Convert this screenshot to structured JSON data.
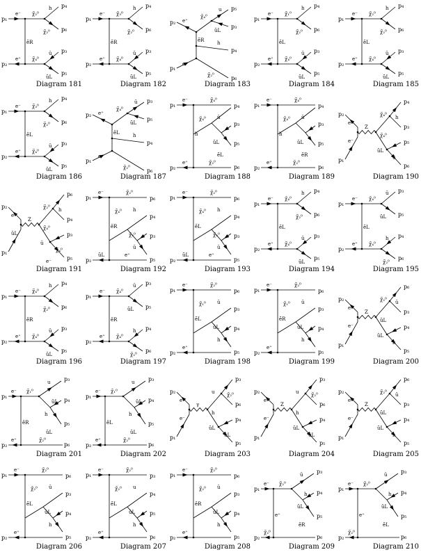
{
  "caption_prefix": "Diagram",
  "diagrams": [
    {
      "number": "181",
      "type": "tchain",
      "ext": [
        "p₁",
        "p₂",
        "p₄",
        "p₆",
        "p₃",
        "p₅"
      ],
      "lbl": [
        "e⁻",
        "χ̃₂⁰",
        "h",
        "χ̃₂⁰",
        "ẽR",
        "e⁺",
        "χ̃₄⁰",
        "ū",
        "ũL"
      ]
    },
    {
      "number": "182",
      "type": "tchain",
      "ext": [
        "p₁",
        "p₂",
        "p₄",
        "p₆",
        "p₃",
        "p₅"
      ],
      "lbl": [
        "e⁻",
        "χ̃₃⁰",
        "h",
        "χ̃₂⁰",
        "ẽR",
        "e⁺",
        "χ̃₄⁰",
        "ū",
        "ũL"
      ]
    },
    {
      "number": "183",
      "type": "schain",
      "ext": [
        "p₂",
        "p₁",
        "p₅",
        "p₃",
        "p₄",
        "p₆"
      ],
      "lbl": [
        "e⁺",
        "χ̃₄⁰",
        "u",
        "ũL",
        "ẽR",
        "h",
        "e⁻",
        "χ̃₂⁰"
      ]
    },
    {
      "number": "184",
      "type": "tchain",
      "ext": [
        "p₁",
        "p₂",
        "p₄",
        "p₆",
        "p₃",
        "p₅"
      ],
      "lbl": [
        "e⁻",
        "χ̃₁⁰",
        "h",
        "χ̃₂⁰",
        "ẽL",
        "e⁺",
        "χ̃₄⁰",
        "ū",
        "ũL"
      ]
    },
    {
      "number": "185",
      "type": "tchain",
      "ext": [
        "p₁",
        "p₂",
        "p₄",
        "p₆",
        "p₃",
        "p₅"
      ],
      "lbl": [
        "e⁻",
        "χ̃₂⁰",
        "h",
        "χ̃₂⁰",
        "ẽL",
        "e⁺",
        "χ̃₄⁰",
        "ū",
        "ũL"
      ]
    },
    {
      "number": "186",
      "type": "tchain",
      "ext": [
        "p₁",
        "p₂",
        "p₄",
        "p₆",
        "p₃",
        "p₅"
      ],
      "lbl": [
        "e⁻",
        "χ̃₃⁰",
        "h",
        "χ̃₂⁰",
        "ẽL",
        "e⁺",
        "χ̃₄⁰",
        "ū",
        "ũL"
      ]
    },
    {
      "number": "187",
      "type": "schain",
      "ext": [
        "p₂",
        "p₁",
        "p₃",
        "p₅",
        "p₄",
        "p₆"
      ],
      "lbl": [
        "e⁺",
        "χ̃₄⁰",
        "ū",
        "ũL",
        "ẽL",
        "h",
        "e⁻",
        "χ̃₂⁰"
      ]
    },
    {
      "number": "188",
      "type": "tnested",
      "ext": [
        "p₁",
        "p₂",
        "p₄",
        "p₃",
        "p₅",
        "p₆"
      ],
      "lbl": [
        "e⁻",
        "χ̃₄⁰",
        "h",
        "χ̃₄⁰",
        "ū",
        "ũL",
        "ẽL",
        "e⁺",
        "χ̃₂⁰"
      ]
    },
    {
      "number": "189",
      "type": "tnested",
      "ext": [
        "p₁",
        "p₂",
        "p₄",
        "p₃",
        "p₅",
        "p₆"
      ],
      "lbl": [
        "e⁻",
        "χ̃₄⁰",
        "h",
        "χ̃₄⁰",
        "ū",
        "ũL",
        "ẽR",
        "e⁺",
        "χ̃₂⁰"
      ]
    },
    {
      "number": "190",
      "type": "zdouble",
      "ext": [
        "p₂",
        "p₁",
        "p₄",
        "p₃",
        "p₅",
        "p₆"
      ],
      "lbl": [
        "e⁺",
        "Z",
        "χ̃₄⁰",
        "h",
        "χ̃₄⁰",
        "ū",
        "ũL",
        "e⁻"
      ]
    },
    {
      "number": "191",
      "type": "zlower",
      "ext": [
        "p₂",
        "p₁",
        "p₆",
        "p₄",
        "p₃",
        "p₅"
      ],
      "lbl": [
        "e⁺",
        "Z",
        "χ̃₂⁰",
        "h",
        "χ̃₄⁰",
        "χ̃₄⁰",
        "ū",
        "ũL",
        "e⁻"
      ]
    },
    {
      "number": "192",
      "type": "tlower",
      "ext": [
        "p₁",
        "p₂",
        "p₆",
        "p₄",
        "p₃",
        "p₅"
      ],
      "lbl": [
        "e⁻",
        "χ̃₂⁰",
        "ẽR",
        "χ̃₄⁰",
        "h",
        "χ̃₄⁰",
        "ū",
        "ũL",
        "e⁺"
      ]
    },
    {
      "number": "193",
      "type": "tlower",
      "ext": [
        "p₁",
        "p₂",
        "p₆",
        "p₄",
        "p₃",
        "p₅"
      ],
      "lbl": [
        "e⁻",
        "χ̃₂⁰",
        "ẽL",
        "χ̃₄⁰",
        "h",
        "χ̃₄⁰",
        "ū",
        "ũL",
        "e⁺"
      ]
    },
    {
      "number": "194",
      "type": "tupper2",
      "ext": [
        "p₁",
        "p₂",
        "p₄",
        "p₆",
        "p₃",
        "p₅"
      ],
      "lbl": [
        "e⁻",
        "χ̃₄⁰",
        "h",
        "χ̃₂⁰",
        "ẽL",
        "e⁺",
        "χ̃₄⁰",
        "ū",
        "ũL"
      ]
    },
    {
      "number": "195",
      "type": "tupper2",
      "ext": [
        "p₁",
        "p₂",
        "p₃",
        "p₅",
        "p₄",
        "p₆"
      ],
      "lbl": [
        "e⁻",
        "χ̃₄⁰",
        "ū",
        "ũL",
        "ẽL",
        "e⁺",
        "χ̃₄⁰",
        "h",
        "χ̃₂⁰"
      ]
    },
    {
      "number": "196",
      "type": "tchain",
      "ext": [
        "p₁",
        "p₂",
        "p₄",
        "p₆",
        "p₃",
        "p₅"
      ],
      "lbl": [
        "e⁻",
        "χ̃₄⁰",
        "h",
        "χ̃₂⁰",
        "ẽR",
        "e⁺",
        "χ̃₄⁰",
        "ū",
        "ũL"
      ]
    },
    {
      "number": "197",
      "type": "tchain",
      "ext": [
        "p₁",
        "p₂",
        "p₃",
        "p₅",
        "p₄",
        "p₆"
      ],
      "lbl": [
        "e⁻",
        "χ̃₄⁰",
        "ū",
        "ũL",
        "ẽR",
        "e⁺",
        "χ̃₄⁰",
        "h",
        "χ̃₂⁰"
      ]
    },
    {
      "number": "198",
      "type": "tlower",
      "ext": [
        "p₁",
        "p₂",
        "p₆",
        "p₃",
        "p₄",
        "p₅"
      ],
      "lbl": [
        "e⁻",
        "χ̃₂⁰",
        "ẽL",
        "χ̃₁⁰",
        "ū",
        "ũL",
        "h",
        "e⁺"
      ]
    },
    {
      "number": "199",
      "type": "tlower",
      "ext": [
        "p₁",
        "p₂",
        "p₆",
        "p₃",
        "p₄",
        "p₅"
      ],
      "lbl": [
        "e⁻",
        "χ̃₂⁰",
        "ẽR",
        "χ̃₁⁰",
        "ū",
        "ũL",
        "h",
        "e⁺"
      ]
    },
    {
      "number": "200",
      "type": "zlower",
      "ext": [
        "p₂",
        "p₁",
        "p₆",
        "p₃",
        "p₄",
        "p₅"
      ],
      "lbl": [
        "e⁺",
        "Z",
        "χ̃₂⁰",
        "ū",
        "ũL",
        "h",
        "ũL",
        "e⁻"
      ]
    },
    {
      "number": "201",
      "type": "tupper",
      "ext": [
        "p₁",
        "p₂",
        "p₃",
        "p₄",
        "p₅",
        "p₆"
      ],
      "lbl": [
        "e⁻",
        "χ̃₁⁰",
        "u",
        "ũL",
        "h",
        "ũL",
        "ẽR",
        "e⁺",
        "χ̃₂⁰"
      ]
    },
    {
      "number": "202",
      "type": "tupper",
      "ext": [
        "p₁",
        "p₂",
        "p₃",
        "p₄",
        "p₅",
        "p₆"
      ],
      "lbl": [
        "e⁻",
        "χ̃₁⁰",
        "u",
        "ũL",
        "h",
        "ũL",
        "ẽL",
        "e⁺",
        "χ̃₂⁰"
      ]
    },
    {
      "number": "203",
      "type": "zgamma",
      "ext": [
        "p₂",
        "p₁",
        "p₃",
        "p₆",
        "p₄",
        "p₅"
      ],
      "lbl": [
        "e⁺",
        "γ",
        "u",
        "χ̃₂⁰",
        "h",
        "ũL",
        "ũL",
        "e⁻"
      ]
    },
    {
      "number": "204",
      "type": "zgamma",
      "ext": [
        "p₂",
        "p₁",
        "p₃",
        "p₆",
        "p₄",
        "p₅"
      ],
      "lbl": [
        "e⁺",
        "Z",
        "u",
        "χ̃₂⁰",
        "h",
        "ũL",
        "ũL",
        "e⁻"
      ]
    },
    {
      "number": "205",
      "type": "zlower",
      "ext": [
        "p₂",
        "p₁",
        "p₆",
        "p₃",
        "p₄",
        "p₅"
      ],
      "lbl": [
        "e⁺",
        "Z",
        "χ̃₂⁰",
        "ū",
        "ũL",
        "h",
        "ũL",
        "e⁻"
      ]
    },
    {
      "number": "206",
      "type": "tlower",
      "ext": [
        "p₁",
        "p₂",
        "p₆",
        "p₃",
        "p₄",
        "p₅"
      ],
      "lbl": [
        "e⁻",
        "χ̃₂⁰",
        "ẽL",
        "χ̃₂⁰",
        "ū",
        "ũL",
        "h",
        "e⁺"
      ]
    },
    {
      "number": "207",
      "type": "tlower",
      "ext": [
        "p₁",
        "p₂",
        "p₃",
        "p₄",
        "p₅",
        "p₆"
      ],
      "lbl": [
        "e⁻",
        "χ̃₂⁰",
        "ẽL",
        "χ̃₂⁰",
        "u",
        "ũL",
        "h",
        "e⁺"
      ]
    },
    {
      "number": "208",
      "type": "tlower",
      "ext": [
        "p₁",
        "p₂",
        "p₆",
        "p₃",
        "p₄",
        "p₅"
      ],
      "lbl": [
        "e⁻",
        "χ̃₂⁰",
        "ẽR",
        "χ̃₂⁰",
        "ū",
        "ũL",
        "h",
        "e⁺"
      ]
    },
    {
      "number": "209",
      "type": "tupper",
      "ext": [
        "p₁",
        "p₂",
        "p₃",
        "p₄",
        "p₅",
        "p₆"
      ],
      "lbl": [
        "e⁻",
        "χ̃₂⁰",
        "ū",
        "h",
        "ũL",
        "ẽR",
        "e⁺",
        "χ̃₂⁰"
      ]
    },
    {
      "number": "210",
      "type": "tupper",
      "ext": [
        "p₁",
        "p₂",
        "p₃",
        "p₄",
        "p₅",
        "p₆"
      ],
      "lbl": [
        "e⁻",
        "χ̃₂⁰",
        "ū",
        "h",
        "ũL",
        "ẽL",
        "e⁺",
        "χ̃₂⁰"
      ]
    }
  ]
}
